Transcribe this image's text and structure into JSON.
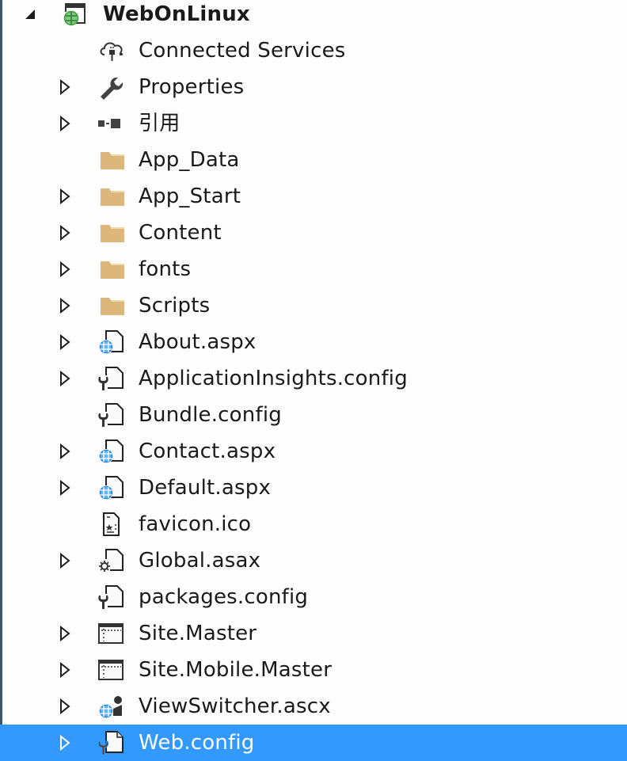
{
  "solution_explorer": {
    "project": {
      "name": "WebOnLinux",
      "expanded": true,
      "icon": "web-project-icon"
    },
    "items": [
      {
        "label": "Connected Services",
        "icon": "connected-services-icon",
        "has_children": false
      },
      {
        "label": "Properties",
        "icon": "wrench-icon",
        "has_children": true
      },
      {
        "label": "引用",
        "icon": "references-icon",
        "has_children": true
      },
      {
        "label": "App_Data",
        "icon": "folder-icon",
        "has_children": false
      },
      {
        "label": "App_Start",
        "icon": "folder-icon",
        "has_children": true
      },
      {
        "label": "Content",
        "icon": "folder-icon",
        "has_children": true
      },
      {
        "label": "fonts",
        "icon": "folder-icon",
        "has_children": true
      },
      {
        "label": "Scripts",
        "icon": "folder-icon",
        "has_children": true
      },
      {
        "label": "About.aspx",
        "icon": "aspx-file-icon",
        "has_children": true
      },
      {
        "label": "ApplicationInsights.config",
        "icon": "config-file-icon",
        "has_children": true
      },
      {
        "label": "Bundle.config",
        "icon": "config-file-icon",
        "has_children": false
      },
      {
        "label": "Contact.aspx",
        "icon": "aspx-file-icon",
        "has_children": true
      },
      {
        "label": "Default.aspx",
        "icon": "aspx-file-icon",
        "has_children": true
      },
      {
        "label": "favicon.ico",
        "icon": "ico-file-icon",
        "has_children": false
      },
      {
        "label": "Global.asax",
        "icon": "asax-file-icon",
        "has_children": true
      },
      {
        "label": "packages.config",
        "icon": "config-file-icon",
        "has_children": false
      },
      {
        "label": "Site.Master",
        "icon": "master-page-icon",
        "has_children": true
      },
      {
        "label": "Site.Mobile.Master",
        "icon": "master-page-icon",
        "has_children": true
      },
      {
        "label": "ViewSwitcher.ascx",
        "icon": "user-control-icon",
        "has_children": true
      },
      {
        "label": "Web.config",
        "icon": "config-file-icon",
        "has_children": true,
        "selected": true
      }
    ]
  },
  "colors": {
    "selection": "#3399ff",
    "folder": "#dcb67a",
    "globe": "#1e88e5",
    "project_globe": "#4caf50",
    "icon_dark": "#424242",
    "left_border": "#3d5566"
  }
}
